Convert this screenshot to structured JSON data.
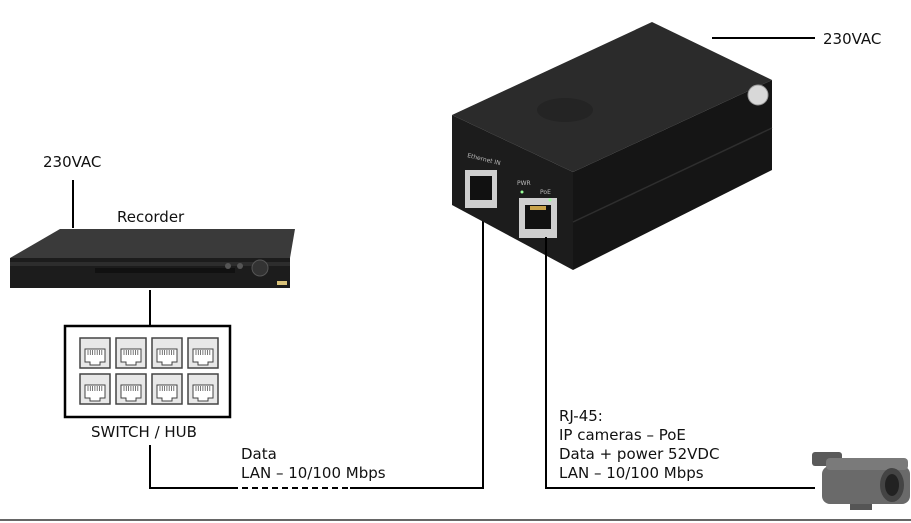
{
  "labels": {
    "recorder_power": "230VAC",
    "recorder": "Recorder",
    "switch": "SWITCH / HUB",
    "data_title": "Data",
    "data_speed": "LAN – 10/100 Mbps",
    "poe_power": "230VAC",
    "rj45_title": "RJ-45:",
    "rj45_line1": "IP cameras – PoE",
    "rj45_line2": "Data + power 52VDC",
    "rj45_line3": "LAN – 10/100 Mbps"
  },
  "injector_ports": {
    "ethernet_in": "Ethernet IN",
    "pwr": "PWR",
    "poe": "PoE"
  },
  "switch_ports": 8,
  "colors": {
    "device_body": "#1e1e1e",
    "device_front": "#2a2a2a",
    "line": "#000000",
    "port_fill": "#ffffff"
  }
}
